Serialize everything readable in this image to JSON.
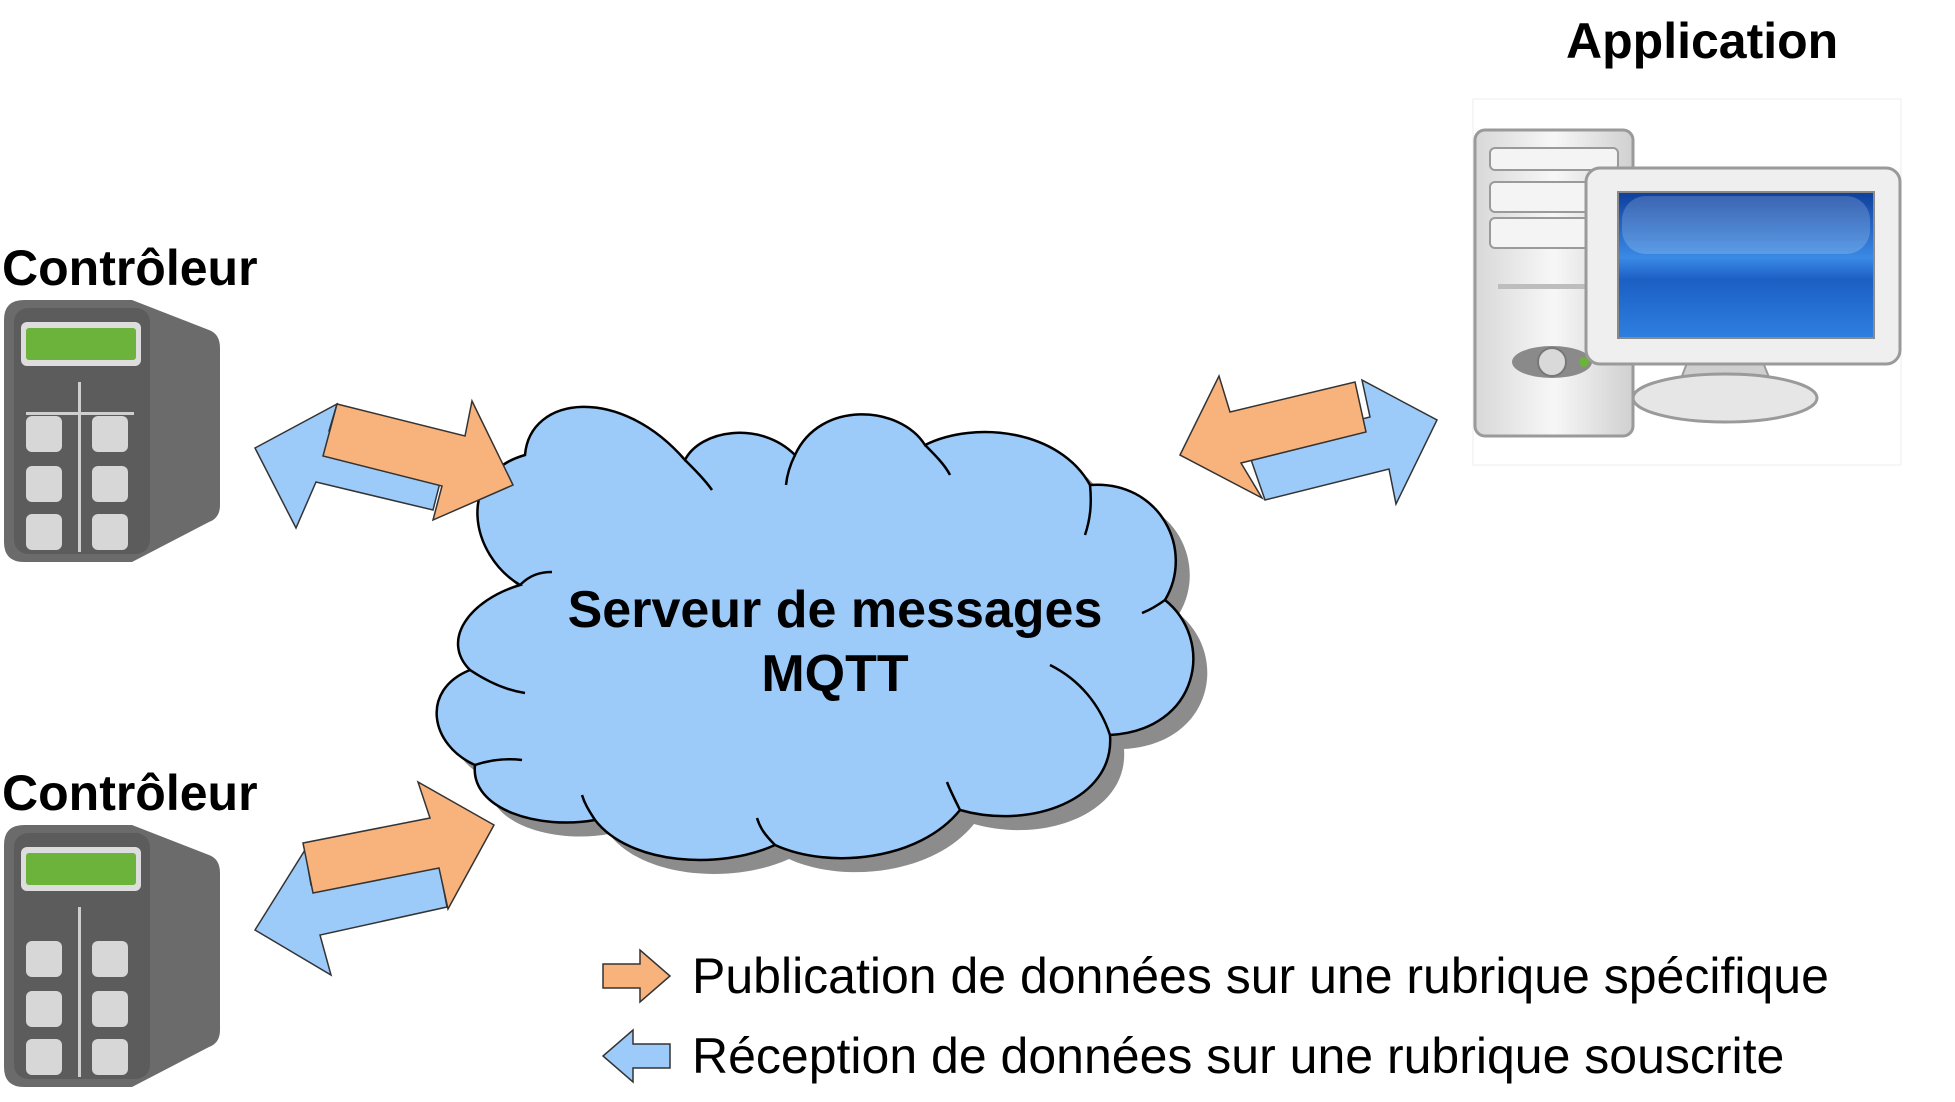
{
  "labels": {
    "controller_top": "Contrôleur",
    "controller_bottom": "Contrôleur",
    "application": "Application",
    "server_line1": "Serveur de messages",
    "server_line2": "MQTT"
  },
  "legend": {
    "publish": "Publication de données sur une rubrique spécifique",
    "receive": "Réception de données sur une rubrique souscrite"
  },
  "colors": {
    "publish_arrow": "#F8B27C",
    "receive_arrow": "#9CCBFA",
    "cloud_fill": "#9CCBFA",
    "controller_body": "#6B6B6B",
    "controller_display": "#6BB33B",
    "screen_blue": "#1F64C7"
  },
  "icons": {
    "controller": "controller-icon",
    "computer": "desktop-computer-icon",
    "cloud": "cloud-icon"
  }
}
